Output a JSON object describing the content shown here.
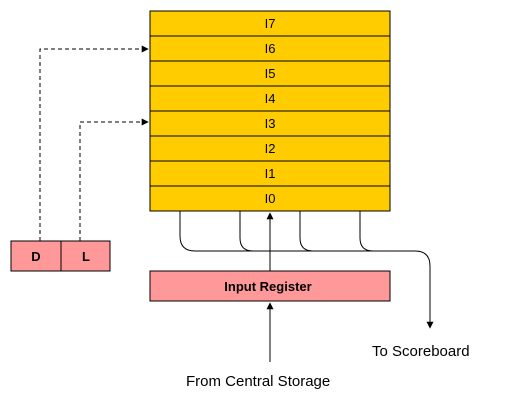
{
  "stack": {
    "registers": [
      "I7",
      "I6",
      "I5",
      "I4",
      "I3",
      "I2",
      "I1",
      "I0"
    ],
    "fill_color": "#FFCC00"
  },
  "control": {
    "d_label": "D",
    "l_label": "L",
    "fill_color": "#FF9999"
  },
  "input_register": {
    "label": "Input Register",
    "fill_color": "#FF9999"
  },
  "labels": {
    "to_scoreboard": "To Scoreboard",
    "from_central_storage": "From Central Storage"
  }
}
